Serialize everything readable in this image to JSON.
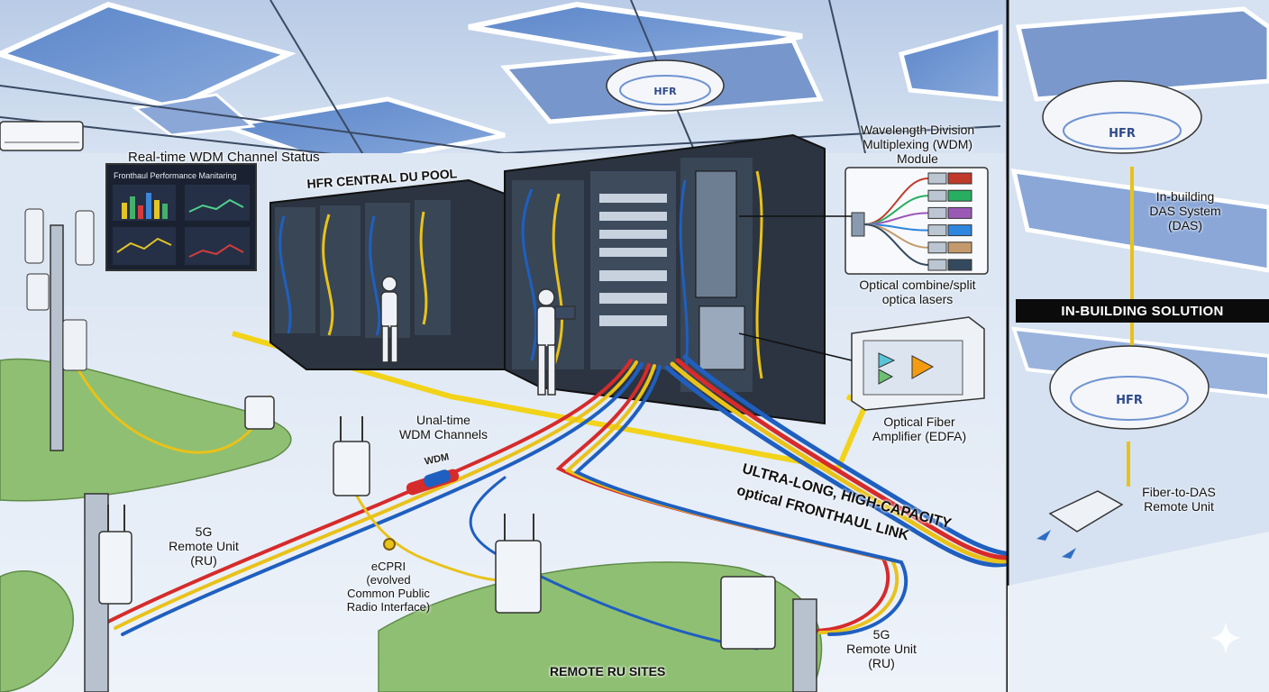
{
  "labels": {
    "wdm_status": "Real-time WDM Channel Status",
    "monitor_title": "Fronthaul Performance Manitaring",
    "central_du_pool": "HFR CENTRAL DU POOL",
    "wdm_module": "Wavelength Division\nMultiplexing (WDM)\nModule",
    "combine_split": "Optical combine/split\noptica lasers",
    "edfa": "Optical Fiber\nAmplifier (EDFA)",
    "das_system": "In-building\nDAS System\n(DAS)",
    "in_building_solution": "IN-BUILDING SOLUTION",
    "fiber_to_das": "Fiber-to-DAS\nRemote Unit",
    "wdm_channels": "Unal-time\nWDM Channels",
    "wdm_tag": "WDM",
    "fronthaul_link_line1": "ULTRA-LONG, HIGH-CAPACITY",
    "fronthaul_link_line2": "optical FRONTHAUL LINK",
    "ru_left": "5G\nRemote Unit\n(RU)",
    "ecpri": "eCPRI\n(evolved\nCommon Public\nRadio Interface)",
    "ru_right": "5G\nRemote Unit\n(RU)",
    "remote_sites": "REMOTE RU SITES",
    "ceiling_unit_1": "HFR",
    "ceiling_unit_2": "HFR",
    "ceiling_unit_3": "HFR"
  },
  "colors": {
    "fiber_red": "#d62b2b",
    "fiber_yellow": "#e9c21a",
    "fiber_blue": "#1f5fbf",
    "floor_marking": "#f2d319",
    "rack": "#2b3440",
    "grass": "#8fbf72",
    "banner": "#0b0b0b"
  },
  "wdm_channel_colors": [
    "#c0392b",
    "#27ae60",
    "#9b59b6",
    "#2e86de",
    "#c49a6c",
    "#34495e"
  ],
  "icons": [
    "sparkle-icon"
  ]
}
